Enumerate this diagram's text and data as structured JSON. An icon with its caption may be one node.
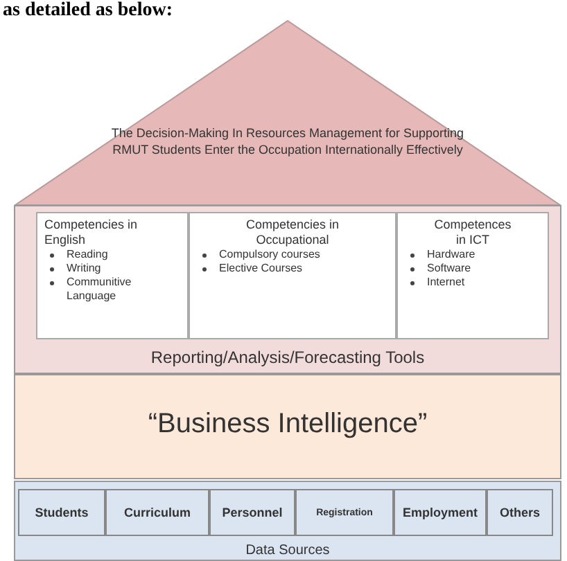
{
  "diagram": {
    "nodes": [
      {
        "text": [
          "The Decision-Making In Resources Management for Supporting RMUT Students Enter the Occupation Internationally Effectively"
        ]
      },
      {
        "text": [
          "Reporting/Analysis/Forecasting Tools"
        ]
      },
      {
        "text": [
          "Competencies in English",
          "Reading",
          "Writing",
          "Communitive Language"
        ],
        "in": 1
      },
      {
        "text": [
          "Competencies in Occupational",
          "Compulsory courses",
          "Elective Courses"
        ],
        "in": 1
      },
      {
        "text": [
          "Competences in ICT",
          "Hardware",
          "Software",
          "Internet"
        ],
        "in": 1
      },
      {
        "text": [
          "“Business Intelligence”"
        ]
      },
      {
        "text": [
          "Data Sources"
        ]
      },
      {
        "text": [
          "Students"
        ],
        "in": 6
      },
      {
        "text": [
          "Curriculum"
        ],
        "in": 6
      },
      {
        "text": [
          "Personnel"
        ],
        "in": 6
      },
      {
        "text": [
          "Registration"
        ],
        "in": 6
      },
      {
        "text": [
          "Employment"
        ],
        "in": 6
      },
      {
        "text": [
          "Others"
        ],
        "in": 6
      }
    ],
    "labels": [
      "as detailed as below:"
    ]
  }
}
